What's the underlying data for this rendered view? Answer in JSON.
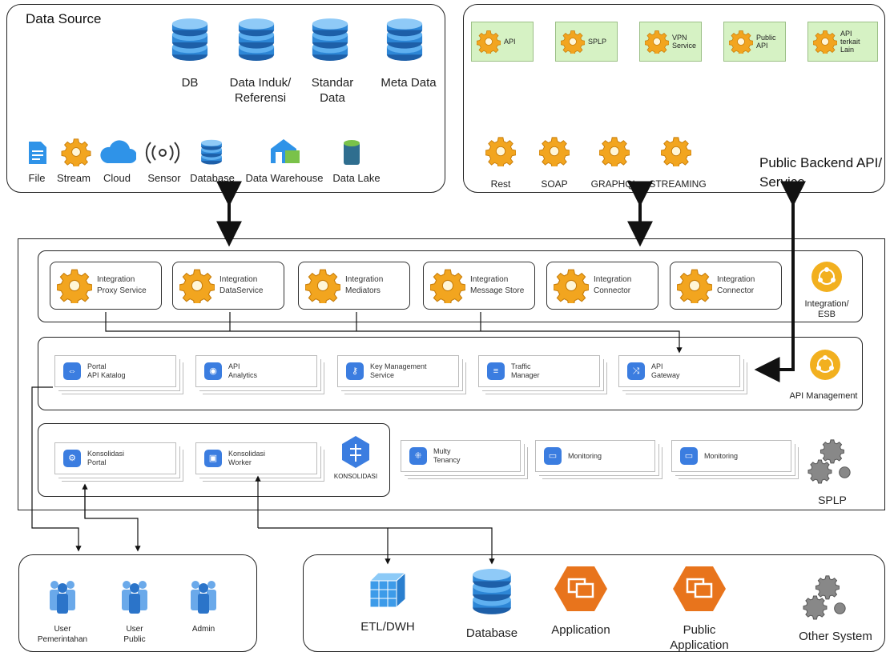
{
  "data_source": {
    "title": "Data Source",
    "databases": [
      "DB",
      "Data Induk/\nReferensi",
      "Standar\nData",
      "Meta Data"
    ],
    "icons": [
      "File",
      "Stream",
      "Cloud",
      "Sensor",
      "Database",
      "Data Warehouse",
      "Data Lake"
    ]
  },
  "public_backend": {
    "title": "Public Backend API/\nService",
    "tiles": [
      "API",
      "SPLP",
      "VPN\nService",
      "Public\nAPI",
      "API\nterkait\nLain"
    ],
    "protocols": [
      "Rest",
      "SOAP",
      "GRAPHQL",
      "STREAMING"
    ]
  },
  "esb": {
    "label": "Integration/\nESB",
    "items": [
      "Integration\nProxy Service",
      "Integration\nDataService",
      "Integration\nMediators",
      "Integration\nMessage Store",
      "Integration\nConnector",
      "Integration\nConnector"
    ]
  },
  "api_mgmt": {
    "label": "API Management",
    "items": [
      "Portal\nAPI Katalog",
      "API\nAnalytics",
      "Key Management\nService",
      "Traffic\nManager",
      "API\nGateway"
    ]
  },
  "splp": {
    "label": "SPLP",
    "konsolidasi_items": [
      "Konsolidasi\nPortal",
      "Konsolidasi\nWorker"
    ],
    "konsolidasi_label": "KONSOLIDASI",
    "others": [
      "Multy\nTenancy",
      "Monitoring",
      "Monitoring"
    ]
  },
  "users": [
    "User\nPemerintahan",
    "User\nPublic",
    "Admin"
  ],
  "systems": [
    "ETL/DWH",
    "Database",
    "Application",
    "Public\nApplication",
    "Other System"
  ],
  "colors": {
    "gear": "#f2a51f",
    "db": "#2d86d6",
    "tile": "#d6f2c4",
    "orange": "#e8741c",
    "blue_icon": "#3b7de0",
    "user": "#3d8de0"
  }
}
